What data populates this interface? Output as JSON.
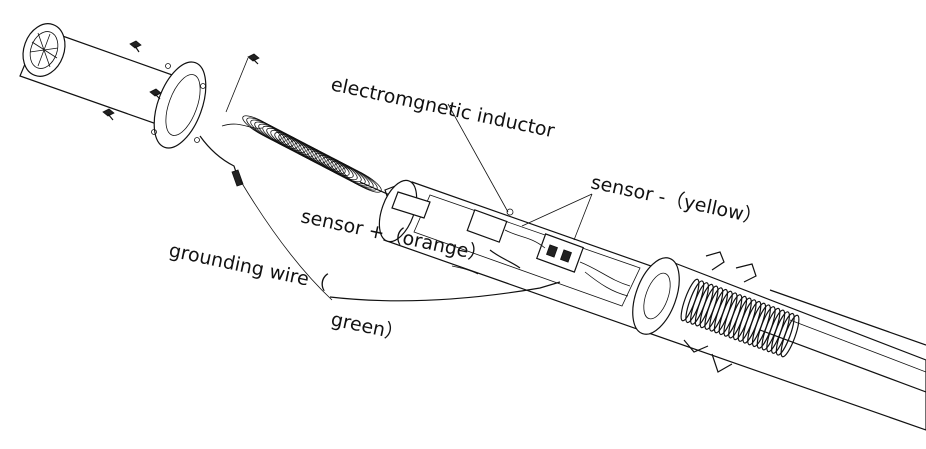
{
  "labels": {
    "electromagnetic_inductor": "electromgnetic inductor",
    "sensor_minus": "sensor -（yellow）",
    "sensor_plus": "sensor +（orange）",
    "grounding_wire_1": "grounding wire（",
    "grounding_wire_2": "green）"
  },
  "colors": {
    "line": "#111111",
    "background": "#ffffff"
  }
}
